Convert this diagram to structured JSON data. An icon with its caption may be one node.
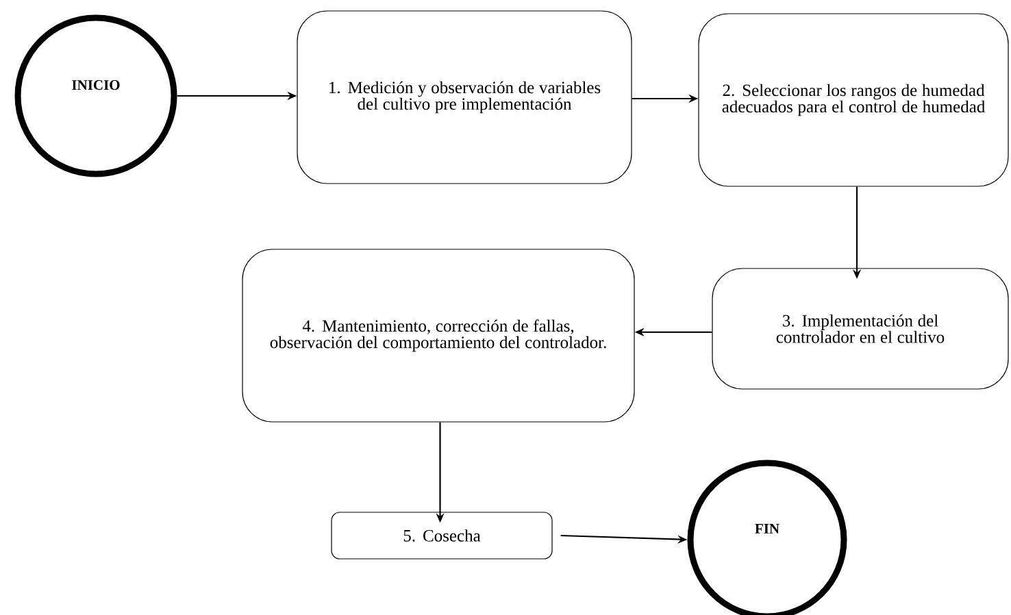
{
  "diagram": {
    "nodes": [
      {
        "text": [
          "INICIO"
        ]
      },
      {
        "text": [
          "1. Medición y observación de variables del cultivo pre implementación"
        ]
      },
      {
        "text": [
          "2. Seleccionar los rangos de humedad adecuados para el control de humedad"
        ]
      },
      {
        "text": [
          "3. Implementación del controlador en el cultivo"
        ]
      },
      {
        "text": [
          "4. Mantenimiento, corrección de fallas, observación del comportamiento del controlador."
        ]
      },
      {
        "text": [
          "5. Cosecha"
        ]
      },
      {
        "text": [
          "FIN"
        ]
      }
    ],
    "edges": [
      {
        "from": 0,
        "to": 1,
        "arrow": "to"
      },
      {
        "from": 1,
        "to": 2,
        "arrow": "to"
      },
      {
        "from": 2,
        "to": 3,
        "arrow": "to"
      },
      {
        "from": 3,
        "to": 4,
        "arrow": "to"
      },
      {
        "from": 4,
        "to": 5,
        "arrow": "to"
      },
      {
        "from": 5,
        "to": 6,
        "arrow": "to"
      }
    ]
  }
}
